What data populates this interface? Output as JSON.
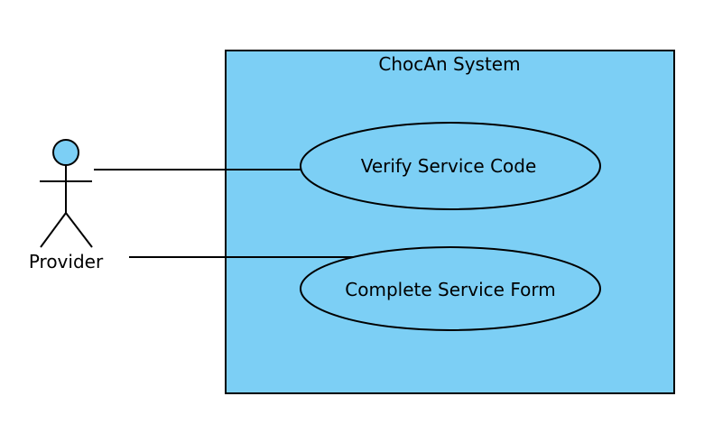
{
  "diagram": {
    "type": "use-case",
    "system": {
      "label": "ChocAn System",
      "fill": "#7ccff5",
      "stroke": "#000000"
    },
    "actor": {
      "label": "Provider",
      "head_fill": "#7ccff5"
    },
    "use_cases": [
      {
        "label": "Verify Service Code"
      },
      {
        "label": "Complete Service Form"
      }
    ],
    "associations": [
      {
        "from": "Provider",
        "to": "Verify Service Code"
      },
      {
        "from": "Provider",
        "to": "Complete Service Form"
      }
    ]
  }
}
